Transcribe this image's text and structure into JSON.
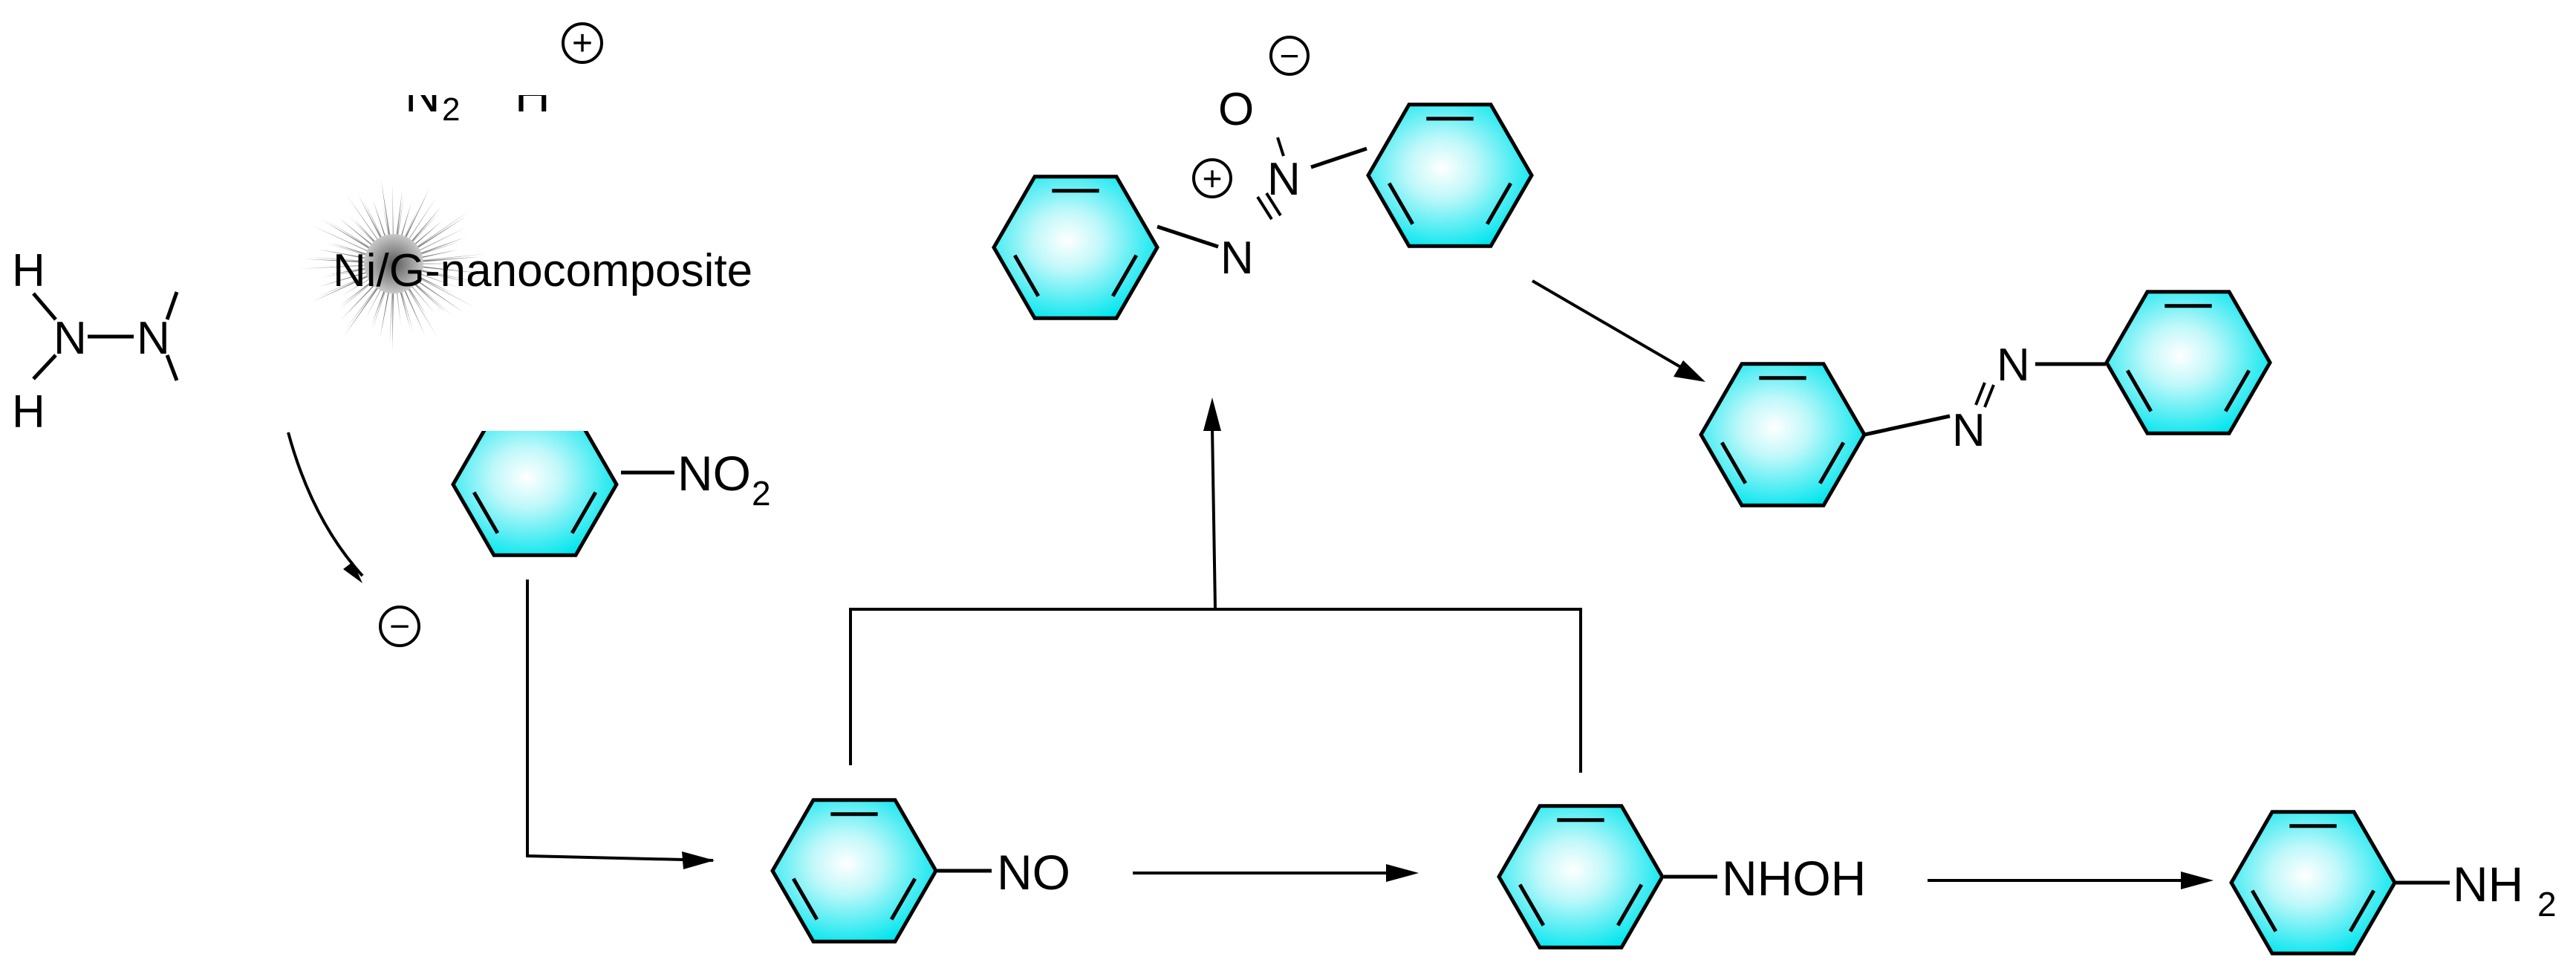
{
  "colors": {
    "ring_fill": "#00e5ee",
    "ring_highlight": "#ffffff",
    "line": "#000000",
    "catalyst": "#8a8a8a"
  },
  "reagents": {
    "hydrazine_atoms": [
      "H",
      "N",
      "N",
      "H"
    ],
    "products_top": "N",
    "products_top_sub": "2",
    "products_top_h": "H",
    "plus_sign": "+",
    "minus_sign": "−"
  },
  "catalyst": {
    "label": "Ni/G-nanocomposite",
    "icon": "spiky-nanoparticle-icon"
  },
  "compounds": {
    "nitrobenzene": {
      "group": "NO",
      "sub": "2"
    },
    "nitrosobenzene": {
      "group": "NO"
    },
    "phenylhydroxylamine": {
      "group": "NHOH"
    },
    "aniline": {
      "group": "NH",
      "sub": "2"
    },
    "azoxybenzene": {
      "n1": "N",
      "n2": "N",
      "o": "O"
    },
    "azobenzene": {
      "n1": "N",
      "n2": "N"
    }
  }
}
